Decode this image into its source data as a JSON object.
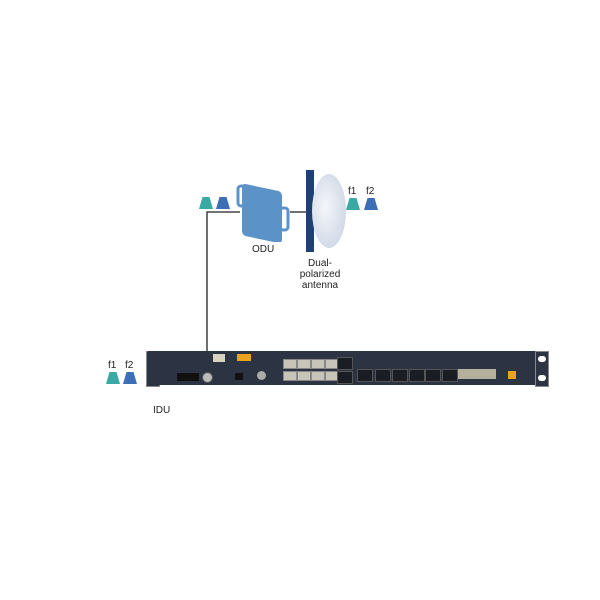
{
  "diagram": {
    "odu_label": "ODU",
    "antenna_label_line1": "Dual-polarized",
    "antenna_label_line2": "antenna",
    "idu_label": "IDU",
    "freq_right": {
      "f1": "f1",
      "f2": "f2"
    },
    "freq_left": {
      "f1": "f1",
      "f2": "f2"
    },
    "colors": {
      "f1": "#3aa9a3",
      "f2": "#3b6fb6",
      "odu": "#5b93c9",
      "idu": "#2c3443",
      "antenna_pole": "#1f3f7a"
    }
  }
}
